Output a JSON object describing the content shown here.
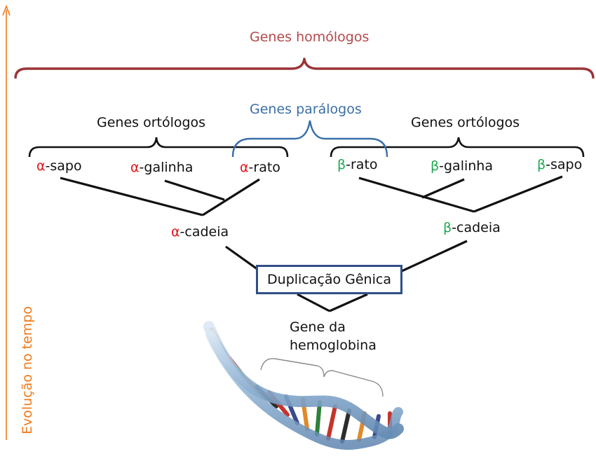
{
  "colors": {
    "homologos": "#b5484a",
    "paralogos": "#3a6fa8",
    "alpha": "#e3141b",
    "beta": "#1ea64e",
    "time_axis": "#ef7a1a",
    "box_border": "#2f4f86",
    "lines": "#111111"
  },
  "title_homologos": "Genes homólogos",
  "title_paralogos": "Genes parálogos",
  "ortologos_left": "Genes ortólogos",
  "ortologos_right": "Genes ortólogos",
  "leaves": {
    "alpha_sapo": {
      "symbol": "α",
      "name": "-sapo"
    },
    "alpha_galinha": {
      "symbol": "α",
      "name": "-galinha"
    },
    "alpha_rato": {
      "symbol": "α",
      "name": "-rato"
    },
    "beta_rato": {
      "symbol": "β",
      "name": "-rato"
    },
    "beta_galinha": {
      "symbol": "β",
      "name": "-galinha"
    },
    "beta_sapo": {
      "symbol": "β",
      "name": "-sapo"
    }
  },
  "alpha_chain": {
    "symbol": "α",
    "name": "-cadeia"
  },
  "beta_chain": {
    "symbol": "β",
    "name": "-cadeia"
  },
  "duplication": "Duplicação Gênica",
  "gene_line1": "Gene da",
  "gene_line2": "hemoglobina",
  "time_axis": "Evolução no tempo"
}
